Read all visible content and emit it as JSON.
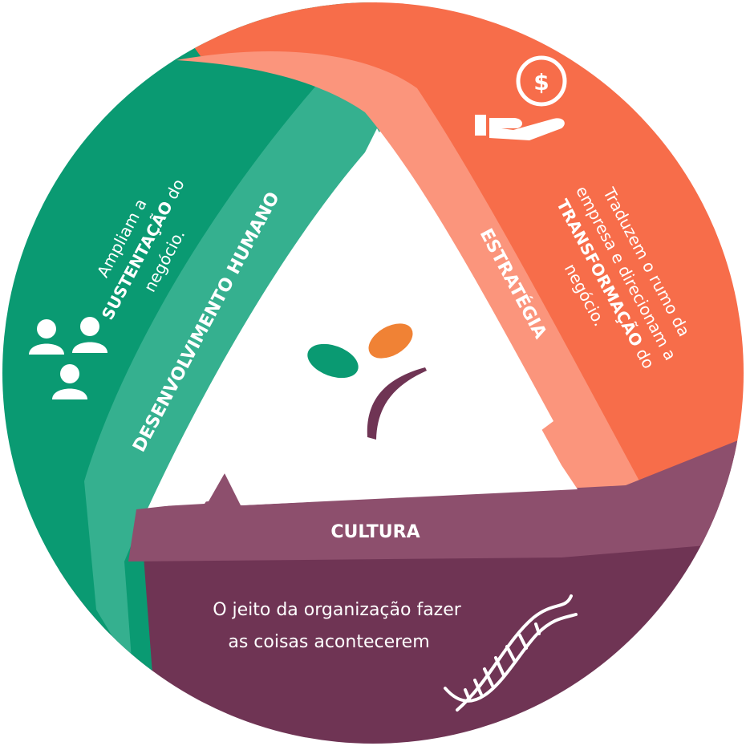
{
  "colors": {
    "green": "#0a9a72",
    "green_band": "#35b08f",
    "orange": "#f76d4a",
    "orange_band": "#fb957c",
    "purple": "#6f3454",
    "purple_band": "#8d4f6d",
    "center": "#ffffff",
    "logo_green": "#0a9a72",
    "logo_orange": "#f08235",
    "logo_purple": "#6f3454"
  },
  "segments": {
    "desenvolvimento": {
      "band_label": "DESENVOLVIMENTO HUMANO",
      "desc_line1": "Ampliam a",
      "desc_strong": "SUSTENTAÇÃO",
      "desc_line2_suffix": " do",
      "desc_line3": "negócio.",
      "icon": "people-group-icon"
    },
    "estrategia": {
      "band_label": "ESTRATÉGIA",
      "desc_line1": "Traduzem o rumo da",
      "desc_line2": "empresa e direcionam a",
      "desc_strong": "TRANSFORMAÇÃO",
      "desc_line3_suffix": " do",
      "desc_line4": "negócio.",
      "icon": "money-hand-icon"
    },
    "cultura": {
      "band_label": "CULTURA",
      "desc_line1": "O jeito da organização fazer",
      "desc_line2": "as coisas acontecerem",
      "icon": "dna-icon"
    }
  },
  "center": {
    "icon": "sprout-logo-icon"
  }
}
